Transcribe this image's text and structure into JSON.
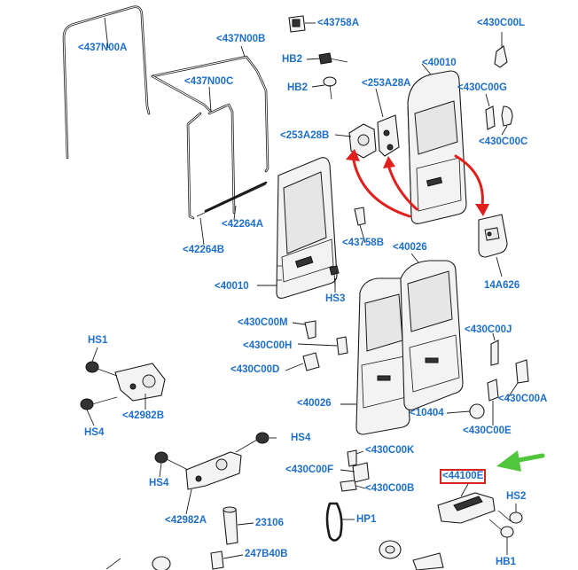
{
  "diagram": {
    "accent_color": "#1e6fc8",
    "highlight_color": "#d9231f",
    "arrow_red": "#e0201c",
    "arrow_green": "#4fc63b",
    "callouts": [
      {
        "id": "c437n00a",
        "text": "<437N00A"
      },
      {
        "id": "c437n00b",
        "text": "<437N00B"
      },
      {
        "id": "c437n00c",
        "text": "<437N00C"
      },
      {
        "id": "c42264a",
        "text": "<42264A"
      },
      {
        "id": "c42264b",
        "text": "<42264B"
      },
      {
        "id": "c40010a",
        "text": "<40010"
      },
      {
        "id": "chs3",
        "text": "HS3"
      },
      {
        "id": "c43758a",
        "text": "<43758A"
      },
      {
        "id": "chb2a",
        "text": "HB2"
      },
      {
        "id": "chb2b",
        "text": "HB2"
      },
      {
        "id": "c253a28a",
        "text": "<253A28A"
      },
      {
        "id": "c253a28b",
        "text": "<253A28B"
      },
      {
        "id": "c43758b",
        "text": "<43758B"
      },
      {
        "id": "c40010b",
        "text": "<40010"
      },
      {
        "id": "c430c00l",
        "text": "<430C00L"
      },
      {
        "id": "c430c00g",
        "text": "<430C00G"
      },
      {
        "id": "c430c00c",
        "text": "<430C00C"
      },
      {
        "id": "c14a626",
        "text": "14A626"
      },
      {
        "id": "c40026a",
        "text": "<40026"
      },
      {
        "id": "c430c00m",
        "text": "<430C00M"
      },
      {
        "id": "c430c00h",
        "text": "<430C00H"
      },
      {
        "id": "c430c00d",
        "text": "<430C00D"
      },
      {
        "id": "c40026b",
        "text": "<40026"
      },
      {
        "id": "c10404",
        "text": "<10404"
      },
      {
        "id": "c430c00j",
        "text": "<430C00J"
      },
      {
        "id": "c430c00a",
        "text": "<430C00A"
      },
      {
        "id": "c430c00e",
        "text": "<430C00E"
      },
      {
        "id": "chs1",
        "text": "HS1"
      },
      {
        "id": "chs4a",
        "text": "HS4"
      },
      {
        "id": "c42982b",
        "text": "<42982B"
      },
      {
        "id": "chs4b",
        "text": "HS4"
      },
      {
        "id": "chs4c",
        "text": "HS4"
      },
      {
        "id": "c42982a",
        "text": "<42982A"
      },
      {
        "id": "c430c00k",
        "text": "<430C00K"
      },
      {
        "id": "c430c00f",
        "text": "<430C00F"
      },
      {
        "id": "c430c00b",
        "text": "<430C00B"
      },
      {
        "id": "c23106",
        "text": "23106"
      },
      {
        "id": "c247b40b",
        "text": "247B40B"
      },
      {
        "id": "chp1",
        "text": "HP1"
      },
      {
        "id": "c44100e",
        "text": "<44100E"
      },
      {
        "id": "chs2",
        "text": "HS2"
      },
      {
        "id": "chb1",
        "text": "HB1"
      }
    ]
  }
}
